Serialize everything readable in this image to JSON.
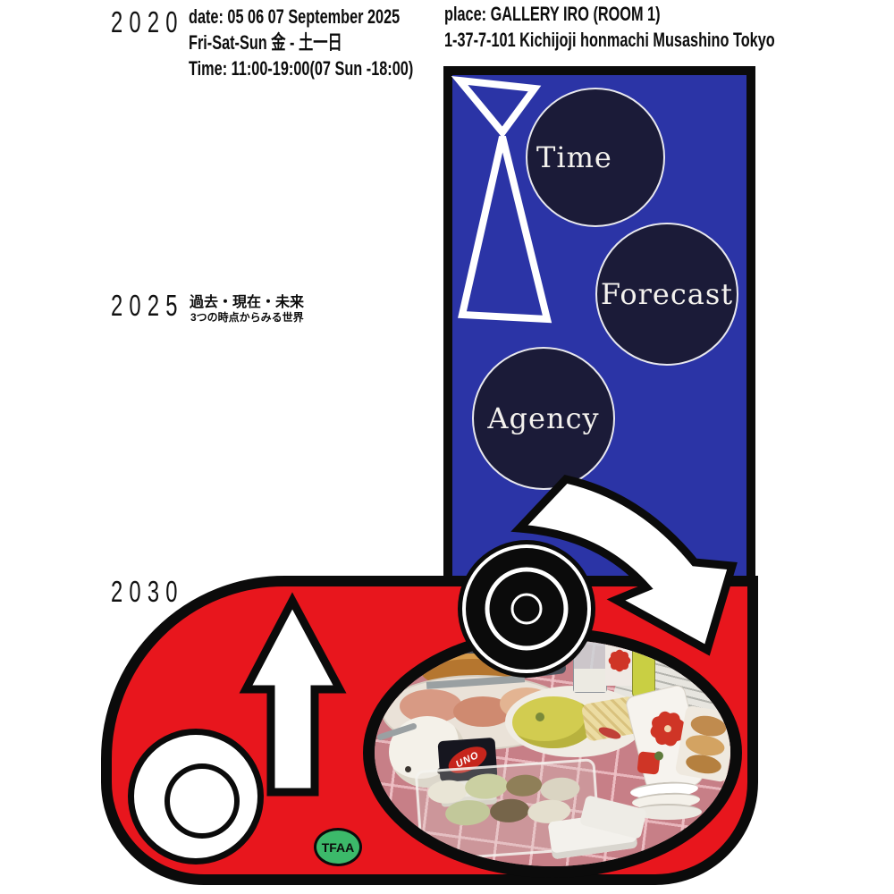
{
  "timeline": {
    "year_top": "2020",
    "year_middle": "2025",
    "year_bottom": "2030"
  },
  "event": {
    "date_label": "date: 05 06 07 September 2025",
    "days_label": "Fri-Sat-Sun 金 - 土一日",
    "time_label": "Time: 11:00-19:00(07 Sun -18:00)",
    "place_label": "place: GALLERY IRO (ROOM 1)",
    "address_label": "1-37-7-101 Kichijoji honmachi Musashino Tokyo",
    "jp_theme": "過去・現在・未来",
    "jp_theme_sub": "3つの時点からみる世界"
  },
  "artwork": {
    "circle_labels": [
      {
        "label": "Time"
      },
      {
        "label": "Forecast"
      },
      {
        "label": "Agency"
      }
    ],
    "badge_label": "TFAA",
    "photo_uno_label": "UNO",
    "colors": {
      "blue": "#2b34a6",
      "dark_navy": "#1b1b38",
      "red": "#e8161d",
      "green": "#3cb96a",
      "black": "#0b0b0b",
      "white": "#ffffff",
      "tablecloth_pink": "#c77f87"
    }
  }
}
